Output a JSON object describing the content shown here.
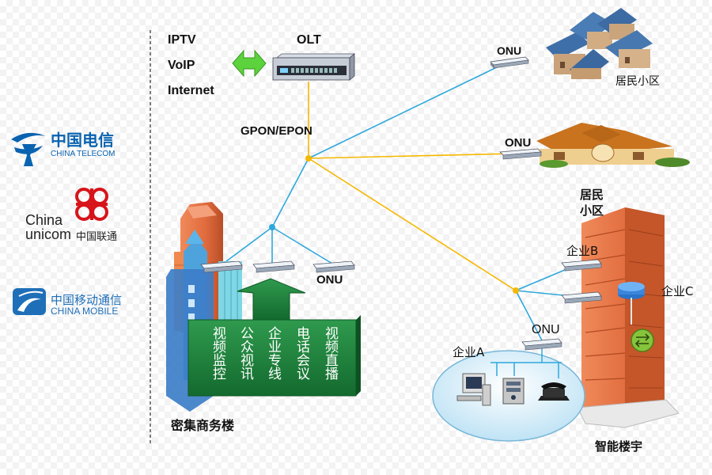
{
  "left_services": [
    "IPTV",
    "VoIP",
    "Internet"
  ],
  "olt_label": "OLT",
  "pon_label": "GPON/EPON",
  "onu_label": "ONU",
  "residential_label": "居民小区",
  "residential_label_2": "居民\n小区",
  "building_cluster_label": "密集商务楼",
  "smart_building_label": "智能楼宇",
  "enterprise_a": "企业A",
  "enterprise_b": "企业B",
  "enterprise_c": "企业C",
  "arrow_services": [
    "视频监控",
    "公众视讯",
    "企业专线",
    "电话会议",
    "视频直播"
  ],
  "logos": {
    "telecom_cn": "中国电信",
    "telecom_en": "CHINA TELECOM",
    "unicom_a": "China",
    "unicom_b": "unicom",
    "unicom_cn": "中国联通",
    "mobile_cn": "中国移动通信",
    "mobile_en": "CHINA MOBILE"
  },
  "colors": {
    "fiber_blue": "#2ea8dc",
    "fiber_yellow": "#f5b800",
    "arrow_green": "#1a7a3a",
    "telecom_blue": "#0a63b0",
    "unicom_red": "#d7141a",
    "mobile_blue": "#1e6fb8",
    "tower_orange": "#e2764a"
  }
}
